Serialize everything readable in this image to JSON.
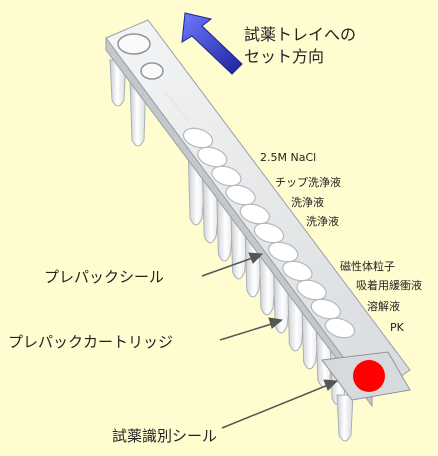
{
  "direction": {
    "line1": "試薬トレイへの",
    "line2": "セット方向"
  },
  "reagents": [
    "2.5M NaCl",
    "チップ洗浄液",
    "洗浄液",
    "洗浄液",
    "磁性体粒子",
    "吸着用緩衝液",
    "溶解液",
    "PK"
  ],
  "callouts": {
    "seal": "プレパックシール",
    "cartridge": "プレパックカートリッジ",
    "id_seal": "試薬識別シール"
  },
  "colors": {
    "background": "#fffdd0",
    "arrow": "#2b36c9",
    "id_dot": "#ff0000"
  }
}
